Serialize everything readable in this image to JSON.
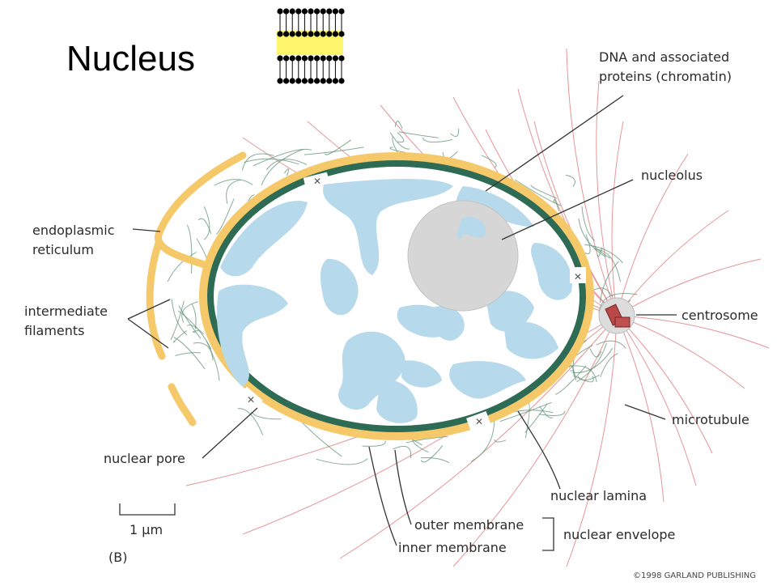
{
  "title": "Nucleus",
  "panel_letter": "(B)",
  "scale_bar": "1 µm",
  "copyright": "©1998 GARLAND PUBLISHING",
  "labels": {
    "dna": [
      "DNA and associated",
      "proteins (chromatin)"
    ],
    "nucleolus": "nucleolus",
    "er": [
      "endoplasmic",
      "reticulum"
    ],
    "intermediate": [
      "intermediate",
      "filaments"
    ],
    "centrosome": "centrosome",
    "microtubule": "microtubule",
    "nuclear_pore": "nuclear pore",
    "nuclear_lamina": "nuclear lamina",
    "outer_membrane": "outer membrane",
    "inner_membrane": "inner membrane",
    "nuclear_envelope": "nuclear envelope"
  },
  "colors": {
    "envelope": "#f5c96a",
    "lamina": "#2e6b55",
    "chromatin": "#b7d9ec",
    "nucleolus": "#d6d6d6",
    "filaments": "#5f8f74",
    "microtubules": "#e07b7b",
    "bilayer_band": "#fff56a"
  }
}
